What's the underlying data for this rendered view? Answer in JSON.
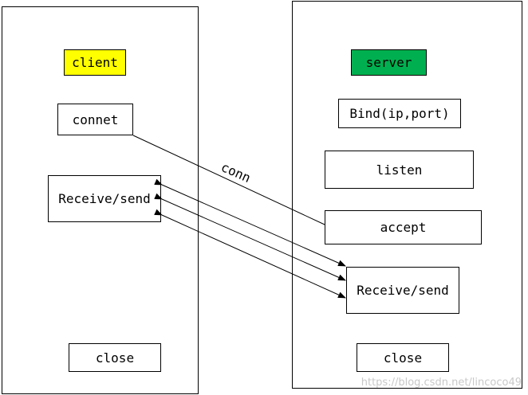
{
  "colors": {
    "client_fill": "#ffff00",
    "server_fill": "#00b050",
    "line": "#000000"
  },
  "client": {
    "title": "client",
    "connect": "connet",
    "receive_send": "Receive/send",
    "close": "close"
  },
  "server": {
    "title": "server",
    "bind": "Bind(ip,port)",
    "listen": "listen",
    "accept": "accept",
    "receive_send": "Receive/send",
    "close": "close"
  },
  "connection_label": "conn",
  "watermark": "https://blog.csdn.net/lincoco49"
}
